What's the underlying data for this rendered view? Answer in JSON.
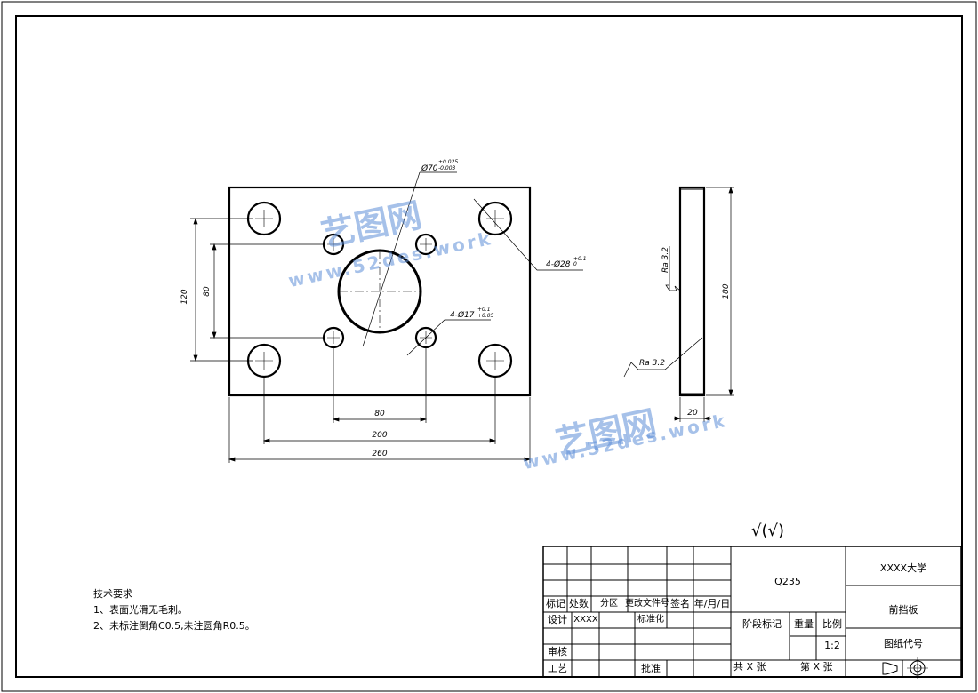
{
  "drawing": {
    "dims": {
      "bore": "Ø70",
      "bore_tol_up": "+0.025",
      "bore_tol_low": "-0.003",
      "holes_large": "4-Ø28",
      "holes_large_tol": "+0.1",
      "holes_large_tol2": "0",
      "holes_small": "4-Ø17",
      "holes_small_tol_up": "+0.1",
      "holes_small_tol_low": "+0.05",
      "v120": "120",
      "v80": "80",
      "h80": "80",
      "h200": "200",
      "h260": "260",
      "side_height": "180",
      "side_width": "20",
      "ra_1": "Ra 3.2",
      "ra_2": "Ra 3.2"
    },
    "roughness_symbol": "√(√)"
  },
  "watermark": {
    "brand": "艺图网",
    "url": "www.52des.work"
  },
  "notes": {
    "title": "技术要求",
    "lines": [
      "1、表面光滑无毛刺。",
      "2、未标注倒角C0.5,未注圆角R0.5。"
    ]
  },
  "title_block": {
    "material": "Q235",
    "school": "XXXX大学",
    "part_name": "前挡板",
    "drawing_no_label": "图纸代号",
    "row_labels": {
      "mark": "标记",
      "count": "处数",
      "zone": "分区",
      "change_doc": "更改文件号",
      "sign": "签名",
      "date": "年/月/日",
      "design": "设计",
      "designer": "XXXX",
      "standardize": "标准化",
      "review": "审核",
      "process": "工艺",
      "approve": "批准"
    },
    "stage_label": "阶段标记",
    "weight_label": "重量",
    "scale_label": "比例",
    "scale_value": "1:2",
    "total_sheets": "共  X  张",
    "sheet_no": "第  X  张"
  }
}
